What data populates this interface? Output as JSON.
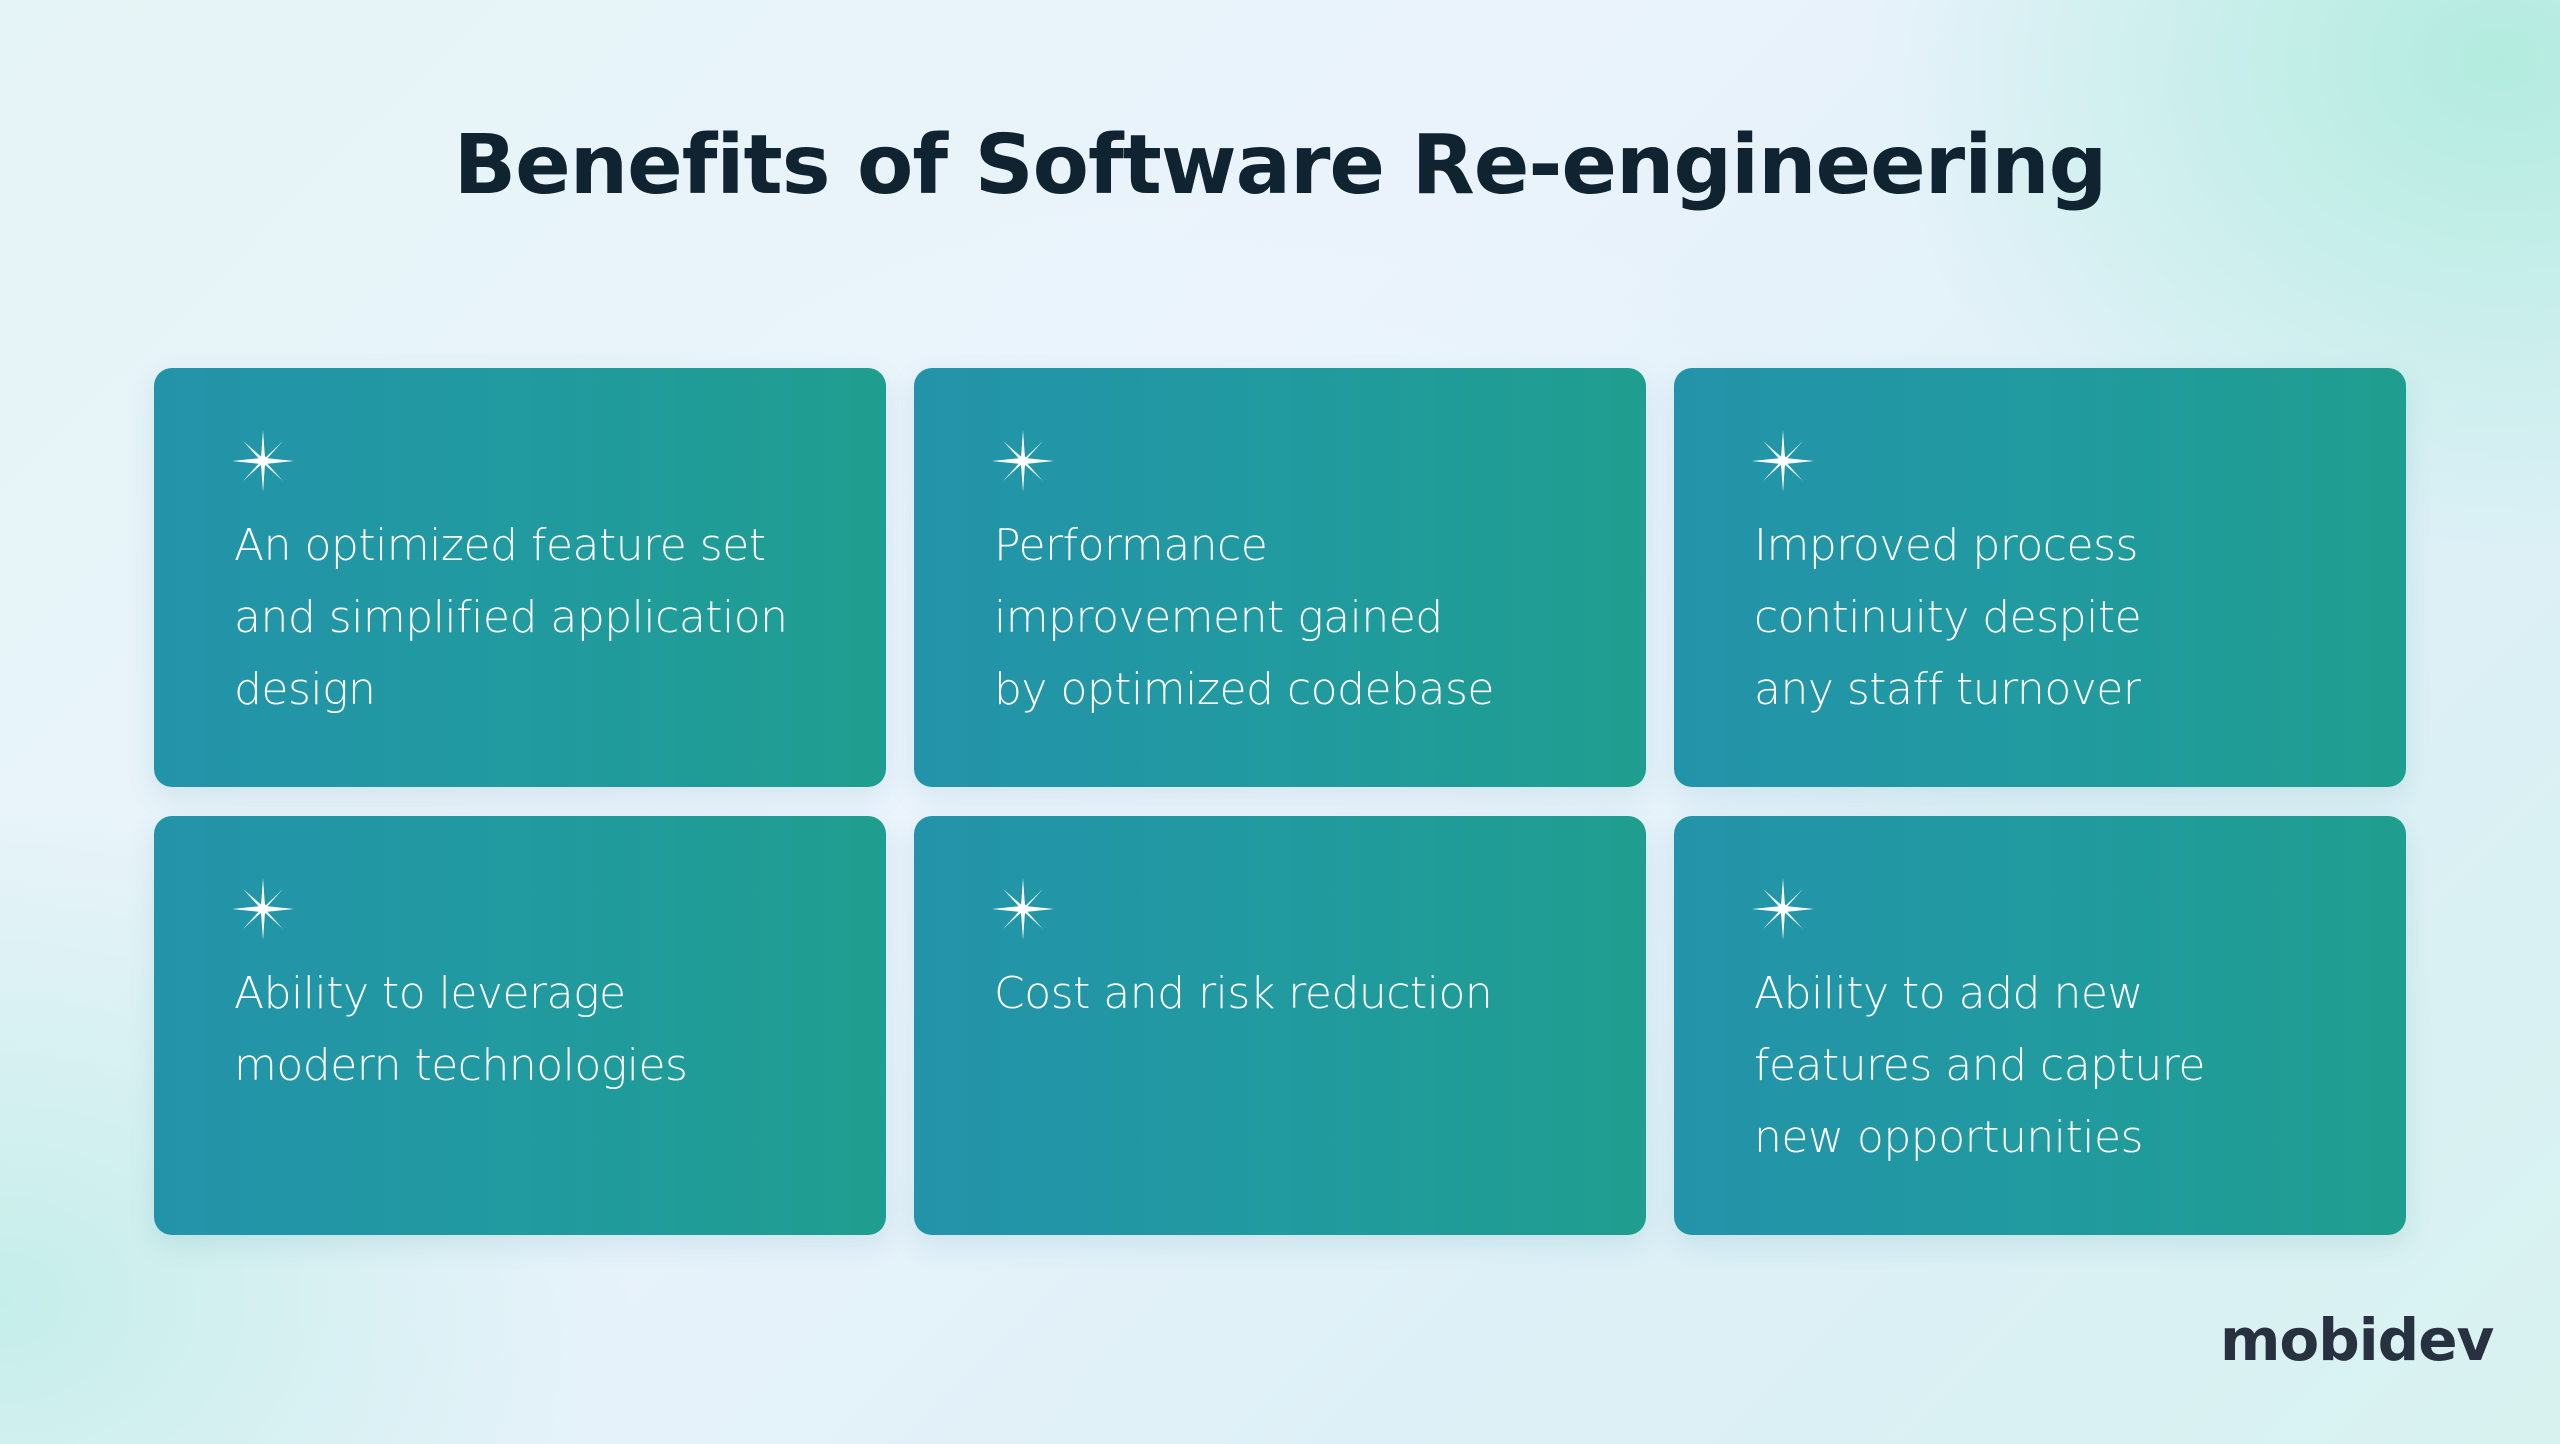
{
  "header": {
    "title": "Benefits of Software Re-engineering"
  },
  "cards": [
    {
      "icon": "sparkle-icon",
      "text": "An optimized feature set\nand simplified application\ndesign"
    },
    {
      "icon": "sparkle-icon",
      "text": "Performance\nimprovement gained\nby optimized codebase"
    },
    {
      "icon": "sparkle-icon",
      "text": "Improved process\ncontinuity despite\nany staff turnover"
    },
    {
      "icon": "sparkle-icon",
      "text": "Ability to leverage\nmodern technologies"
    },
    {
      "icon": "sparkle-icon",
      "text": "Cost and risk reduction"
    },
    {
      "icon": "sparkle-icon",
      "text": "Ability to add new\nfeatures and capture\nnew opportunities"
    }
  ],
  "footer": {
    "logo": "mobidev"
  },
  "colors": {
    "title": "#0f2330",
    "card_gradient_start": "#2393aa",
    "card_gradient_end": "#1f9e8f",
    "card_text": "#ffffff",
    "logo": "#27313f"
  }
}
